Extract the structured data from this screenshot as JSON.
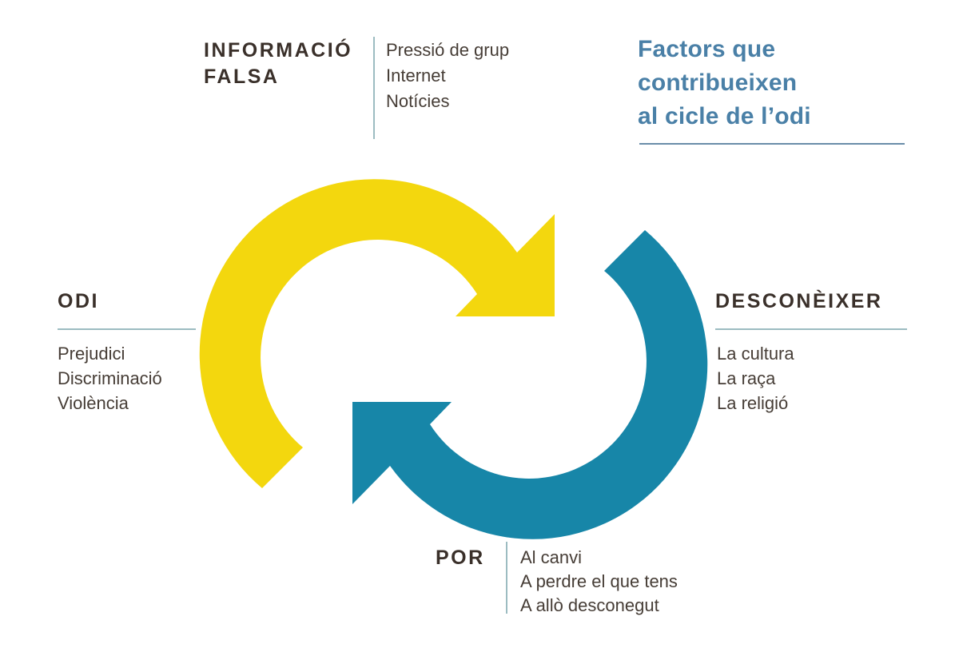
{
  "title": {
    "lines": [
      "Factors que",
      "contribueixen",
      "al cicle de l’odi"
    ]
  },
  "colors": {
    "yellow_arrow": "#f3d70e",
    "blue_arrow": "#1786a8",
    "title_blue": "#4a80a7",
    "heading_text": "#3a302a",
    "body_text": "#463d36",
    "rule_teal": "#9cbcc1",
    "rule_blue": "#6a8da9"
  },
  "sections": {
    "informacio_falsa": {
      "heading_lines": [
        "INFORMACIÓ",
        "FALSA"
      ],
      "items": [
        "Pressió de grup",
        "Internet",
        "Notícies"
      ]
    },
    "desconeixer": {
      "heading": "DESCONÈIXER",
      "items": [
        "La cultura",
        "La raça",
        "La religió"
      ]
    },
    "por": {
      "heading": "POR",
      "items": [
        "Al canvi",
        "A perdre el que tens",
        "A allò desconegut"
      ]
    },
    "odi": {
      "heading": "ODI",
      "items": [
        "Prejudici",
        "Discriminació",
        "Violència"
      ]
    }
  },
  "cycle": {
    "yellow_arrow_name": "cycle-arrow-top-left",
    "blue_arrow_name": "cycle-arrow-bottom-right",
    "direction": "clockwise"
  }
}
